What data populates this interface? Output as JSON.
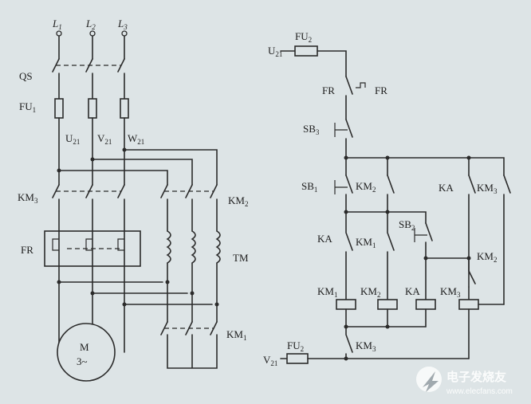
{
  "labels": {
    "l1": "L",
    "l1_sub": "1",
    "l2": "L",
    "l2_sub": "2",
    "l3": "L",
    "l3_sub": "3",
    "qs": "QS",
    "fu1": "FU",
    "fu1_sub": "1",
    "u21": "U",
    "u21_sub": "21",
    "v21": "V",
    "v21_sub": "21",
    "w21": "W",
    "w21_sub": "21",
    "km3": "KM",
    "km3_sub": "3",
    "km2": "KM",
    "km2_sub": "2",
    "km1": "KM",
    "km1_sub": "1",
    "fr": "FR",
    "tm": "TM",
    "motor_m": "M",
    "motor_phase": "3~"
  },
  "control": {
    "u21": "U",
    "u21_sub": "21",
    "fu2_top": "FU",
    "fu2_top_sub": "2",
    "fr_left": "FR",
    "fr_right": "FR",
    "sb3": "SB",
    "sb3_sub": "3",
    "sb1": "SB",
    "sb1_sub": "1",
    "km2_contact": "KM",
    "km2_contact_sub": "2",
    "ka_contact": "KA",
    "km3_contact": "KM",
    "km3_contact_sub": "3",
    "ka_contact2": "KA",
    "km1_contact": "KM",
    "km1_contact_sub": "1",
    "sb2": "SB",
    "sb2_sub": "2",
    "km2_contact2": "KM",
    "km2_contact2_sub": "2",
    "coil_km1": "KM",
    "coil_km1_sub": "1",
    "coil_km2": "KM",
    "coil_km2_sub": "2",
    "coil_ka": "KA",
    "coil_km3": "KM",
    "coil_km3_sub": "3",
    "km3_bottom": "KM",
    "km3_bottom_sub": "3",
    "v21": "V",
    "v21_sub": "21",
    "fu2_bottom": "FU",
    "fu2_bottom_sub": "2"
  },
  "watermark": {
    "title": "电子发烧友",
    "url": "www.elecfans.com"
  }
}
